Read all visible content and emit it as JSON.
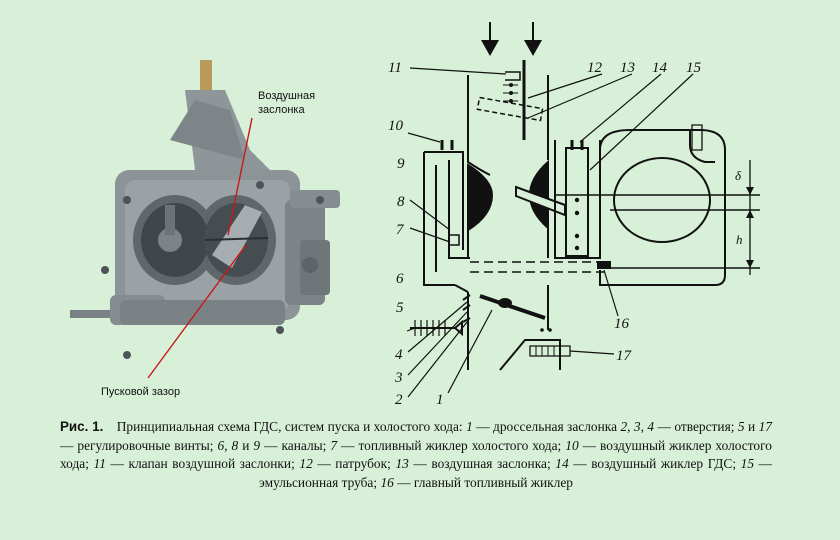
{
  "photo": {
    "label_air_damper_line1": "Воздушная",
    "label_air_damper_line2": "заслонка",
    "label_start_gap": "Пусковой зазор"
  },
  "schematic": {
    "numbers": [
      "1",
      "2",
      "3",
      "4",
      "5",
      "6",
      "7",
      "8",
      "9",
      "10",
      "11",
      "12",
      "13",
      "14",
      "15",
      "16",
      "17"
    ],
    "delta_symbol": "δ",
    "h_symbol": "h"
  },
  "caption": {
    "lead": "Рис. 1.",
    "parts": [
      {
        "t": "Принципиальная схема ГДС, систем пуска и холостого хода: ",
        "i": false
      },
      {
        "t": "1",
        "i": true
      },
      {
        "t": " — дроссельная заслонка ",
        "i": false
      },
      {
        "t": "2",
        "i": true
      },
      {
        "t": ", ",
        "i": false
      },
      {
        "t": "3",
        "i": true
      },
      {
        "t": ", ",
        "i": false
      },
      {
        "t": "4",
        "i": true
      },
      {
        "t": " — отверстия; ",
        "i": false
      },
      {
        "t": "5",
        "i": true
      },
      {
        "t": " и ",
        "i": false
      },
      {
        "t": "17",
        "i": true
      },
      {
        "t": " — регулировочные винты; ",
        "i": false
      },
      {
        "t": "6",
        "i": true
      },
      {
        "t": ", ",
        "i": false
      },
      {
        "t": "8",
        "i": true
      },
      {
        "t": " и ",
        "i": false
      },
      {
        "t": "9",
        "i": true
      },
      {
        "t": " — каналы; ",
        "i": false
      },
      {
        "t": "7",
        "i": true
      },
      {
        "t": " — топливный жиклер холостого хода; ",
        "i": false
      },
      {
        "t": "10",
        "i": true
      },
      {
        "t": " — воздушный жиклер холостого хода; ",
        "i": false
      },
      {
        "t": "11",
        "i": true
      },
      {
        "t": " — клапан воздушной заслонки; ",
        "i": false
      },
      {
        "t": "12",
        "i": true
      },
      {
        "t": " — патрубок; ",
        "i": false
      },
      {
        "t": "13",
        "i": true
      },
      {
        "t": " — воздушная заслонка; ",
        "i": false
      },
      {
        "t": "14",
        "i": true
      },
      {
        "t": " — воздушный жиклер ГДС; ",
        "i": false
      },
      {
        "t": "15",
        "i": true
      },
      {
        "t": " — эмульсионная труба; ",
        "i": false
      },
      {
        "t": "16",
        "i": true
      },
      {
        "t": " — главный топливный жиклер",
        "i": false
      }
    ]
  }
}
